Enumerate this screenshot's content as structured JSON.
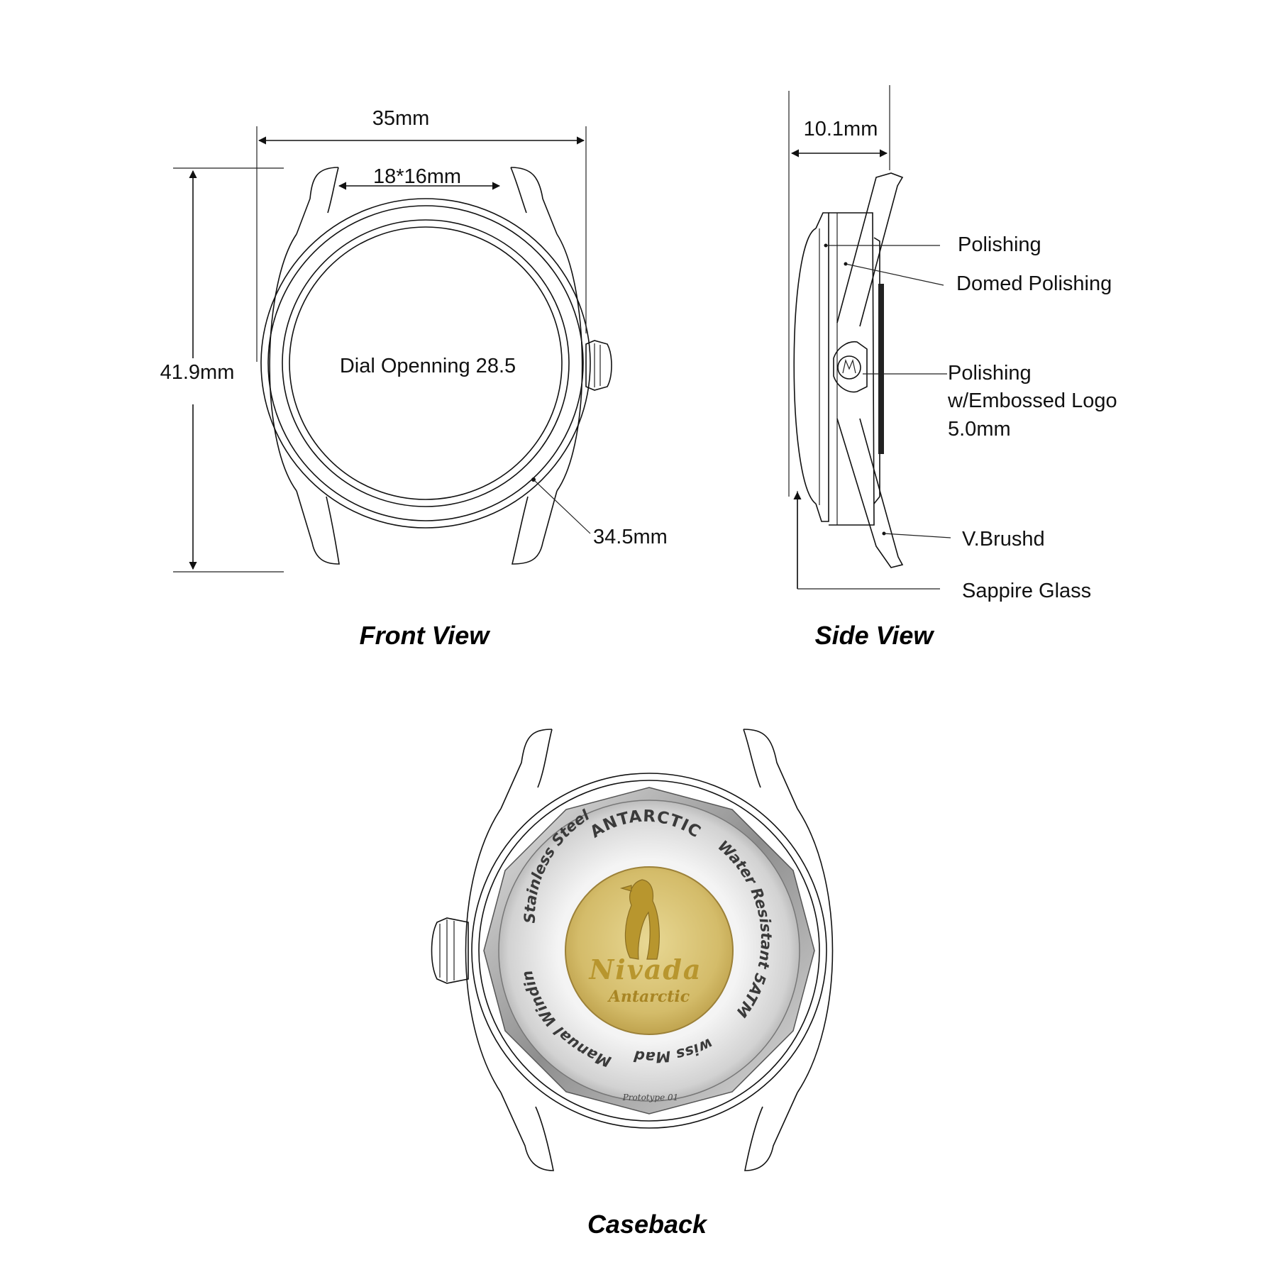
{
  "front_view": {
    "title": "Front View",
    "width_dim": "35mm",
    "lug_dim": "18*16mm",
    "height_dim": "41.9mm",
    "dial_label": "Dial Openning 28.5",
    "bezel_dim": "34.5mm"
  },
  "side_view": {
    "title": "Side View",
    "thickness_dim": "10.1mm",
    "callouts": {
      "polishing": "Polishing",
      "domed_polishing": "Domed Polishing",
      "crown_line1": "Polishing",
      "crown_line2": "w/Embossed Logo",
      "crown_line3": "5.0mm",
      "brushed": "V.Brushd",
      "glass": "Sappire Glass"
    }
  },
  "caseback": {
    "title": "Caseback",
    "ring_top": "ANTARCTIC",
    "ring_left": "Stainless Steel",
    "ring_right": "Water Resistant 5ATM",
    "ring_bottom_right": "Swiss Made",
    "ring_bottom_left": "Manual Winding",
    "prototype": "Prototype 01",
    "brand": "Nivada",
    "subbrand": "Antarctic",
    "colors": {
      "medallion": "#d9c37a",
      "steel": "#cfcfcf"
    }
  }
}
